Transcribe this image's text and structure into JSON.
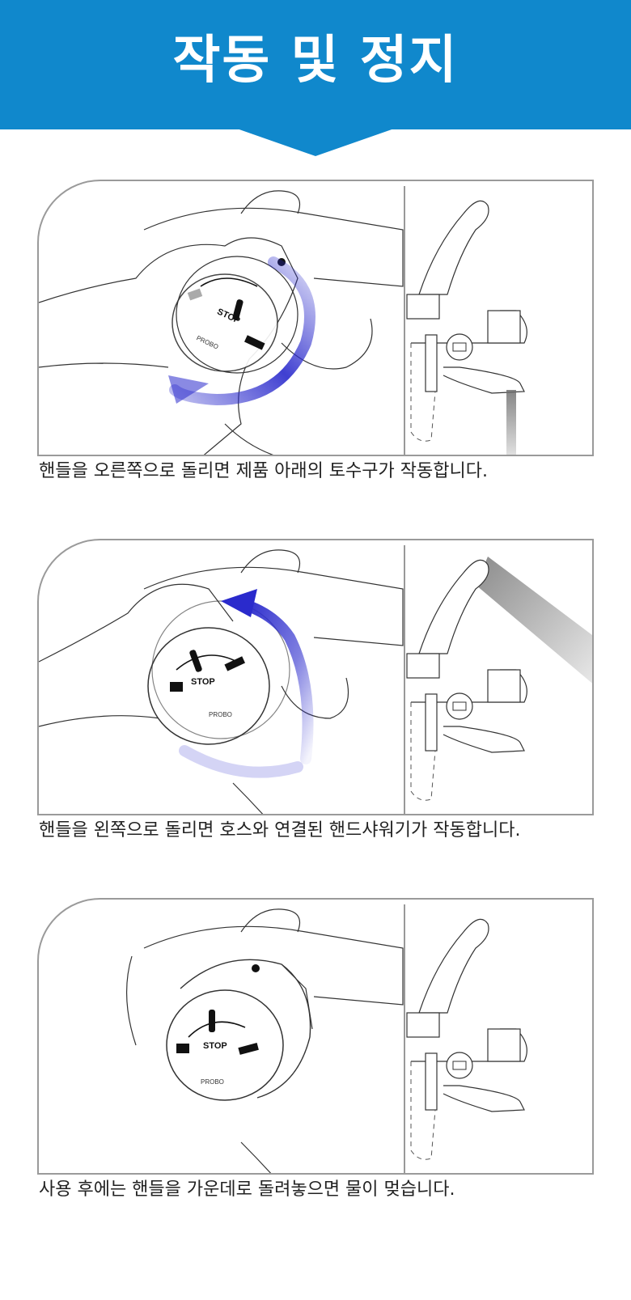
{
  "header": {
    "title": "작동 및 정지",
    "color": "#1088cc"
  },
  "dial": {
    "stop_label": "STOP",
    "brand_label": "PROBO"
  },
  "steps": [
    {
      "caption": "핸들을 오른쪽으로 돌리면 제품 아래의 토수구가 작동합니다."
    },
    {
      "caption": "핸들을 왼쪽으로 돌리면 호스와 연결된 핸드샤워기가 작동합니다."
    },
    {
      "caption": "사용 후에는 핸들을 가운데로 돌려놓으면 물이 멎습니다."
    }
  ],
  "colors": {
    "arrow": "#2a2acc",
    "line": "#333333",
    "border": "#9a9a9a"
  }
}
